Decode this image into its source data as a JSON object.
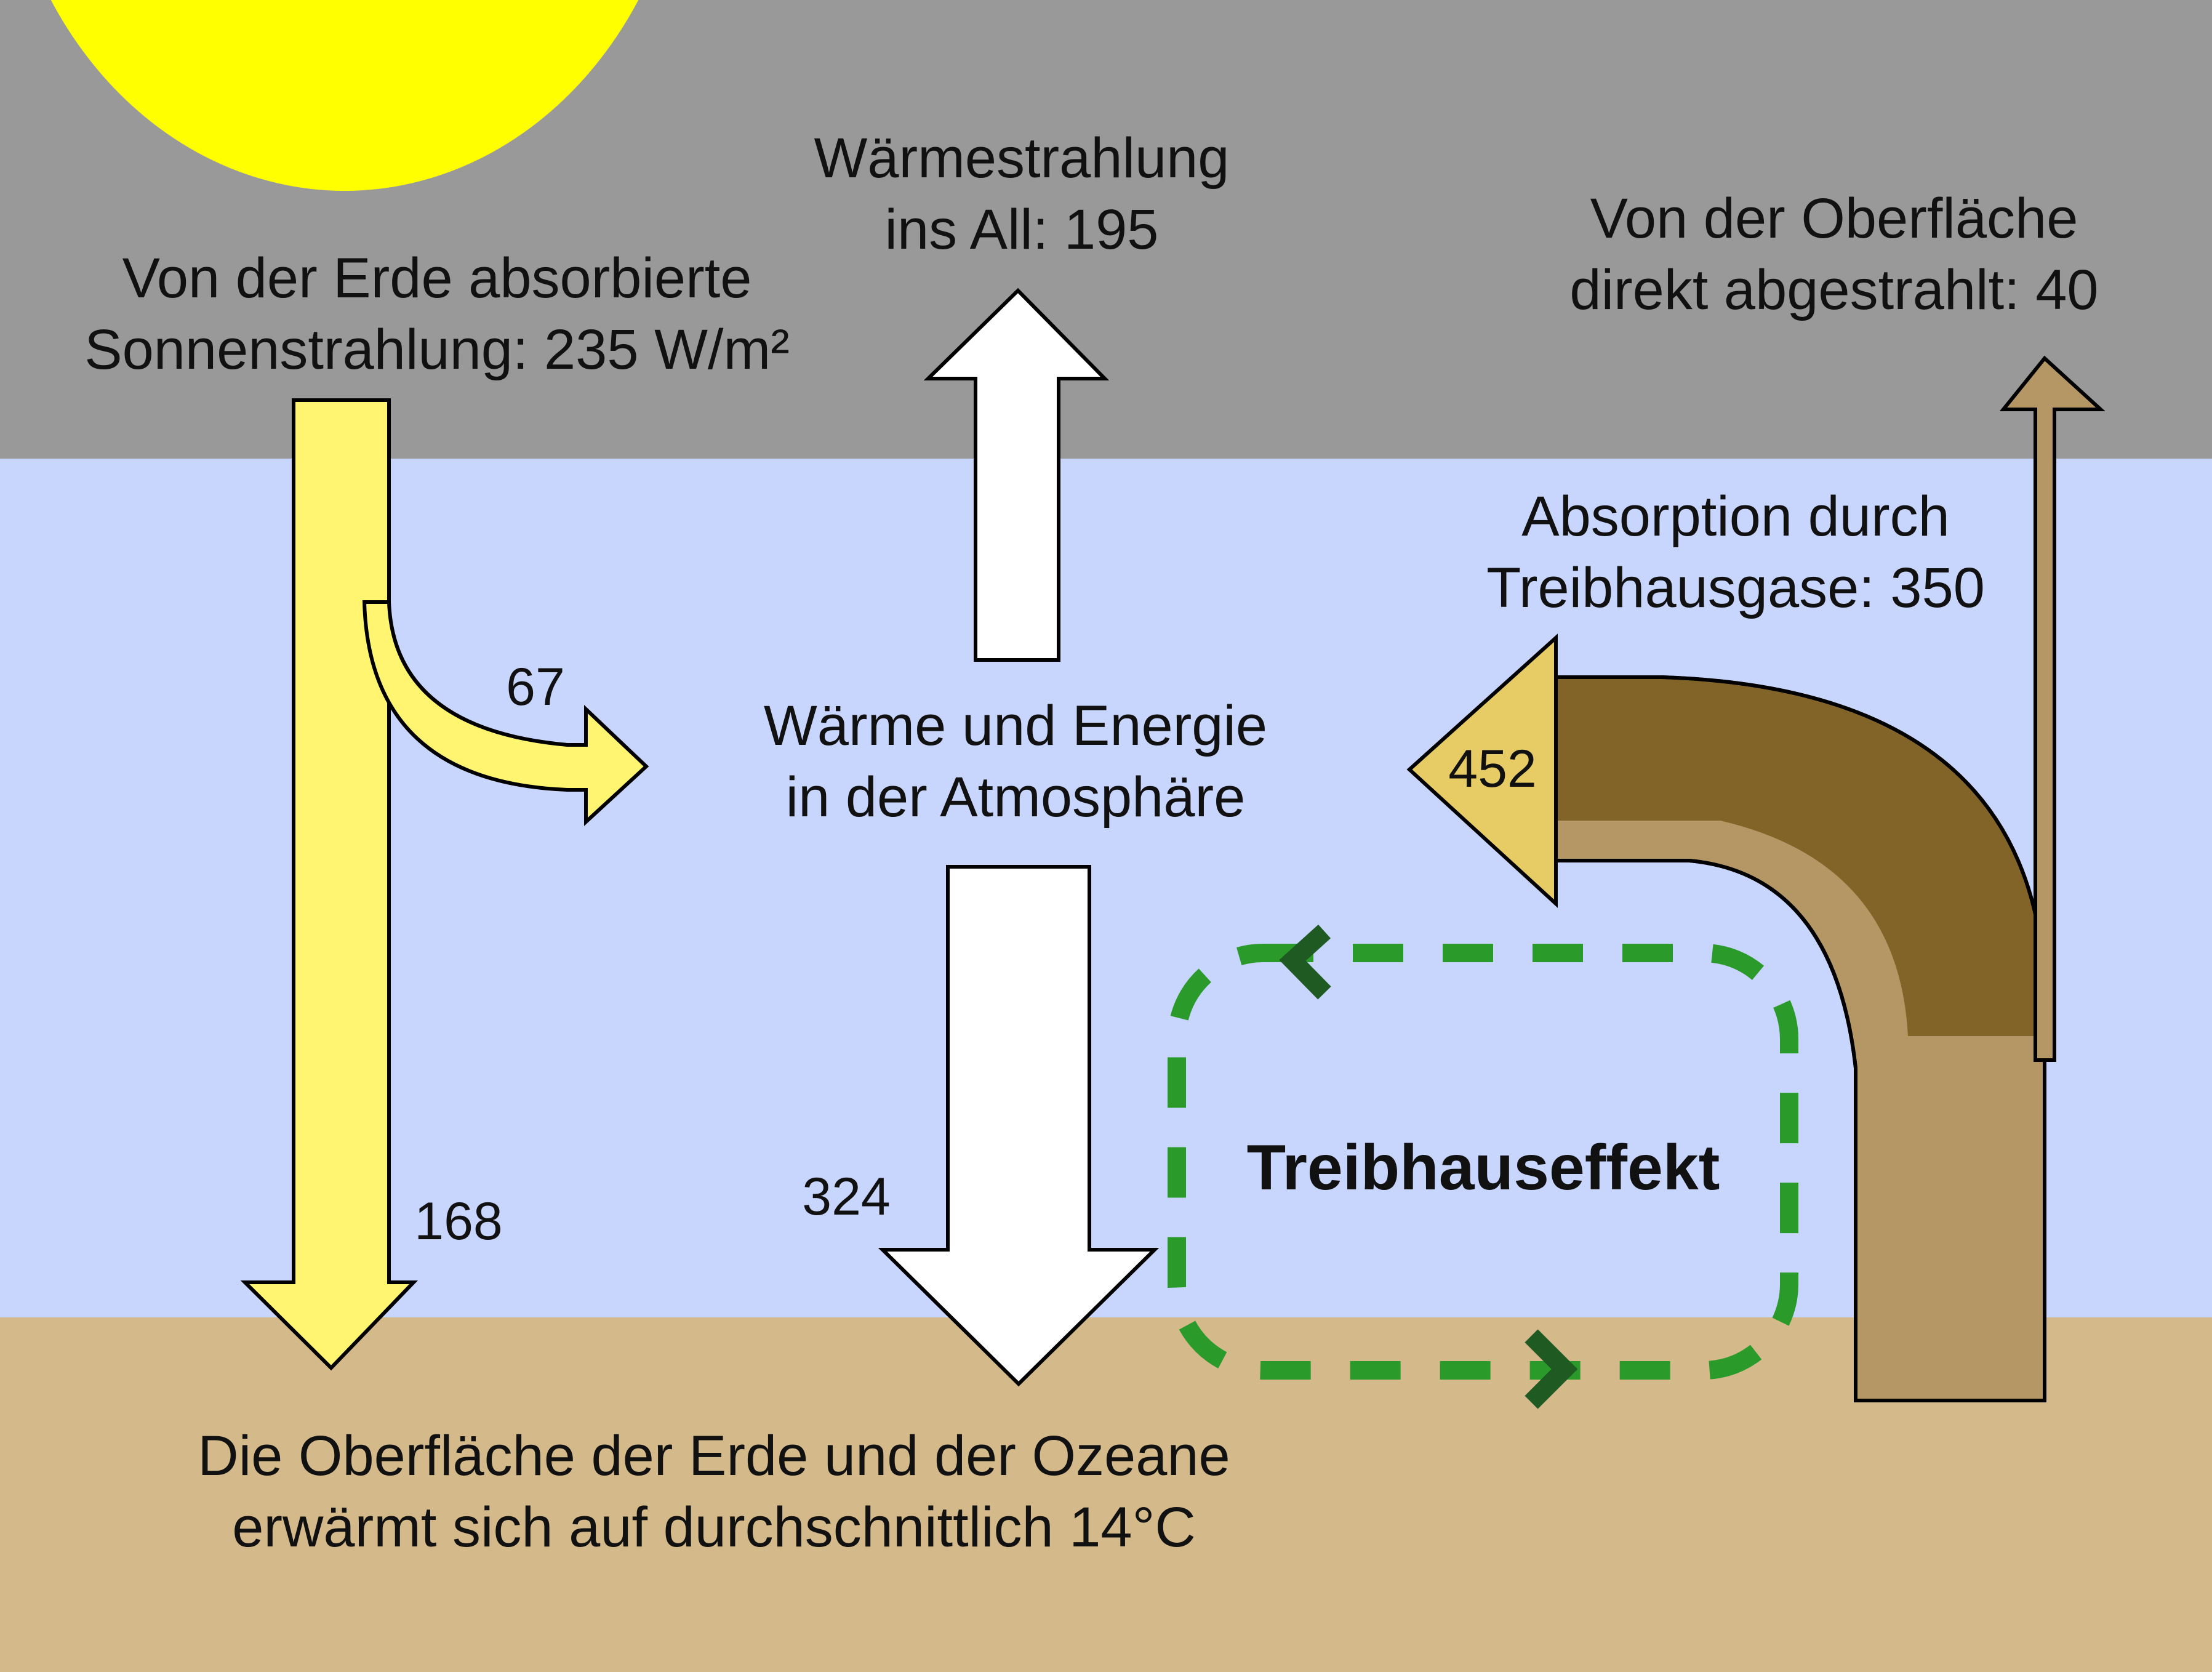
{
  "colors": {
    "space": "#999999",
    "atmosphere": "#c8d5fd",
    "surface": "#d4b98a",
    "sun": "#ffff00",
    "solar_arrow": "#fff570",
    "atm_arrow": "#ffffff",
    "ir_dark": "#836428",
    "ir_light": "#b59665",
    "absorbed_head": "#e7cc65",
    "loop_green": "#2a9a2a",
    "loop_chevron": "#1f5a22"
  },
  "labels": {
    "solar_absorbed_line1": "Von der Erde absorbierte",
    "solar_absorbed_line2": "Sonnenstrahlung: 235 W/m²",
    "space_radiation_line1": "Wärmestrahlung",
    "space_radiation_line2": "ins All: 195",
    "direct_surface_line1": "Von der Oberfläche",
    "direct_surface_line2": "direkt abgestrahlt: 40",
    "ghg_absorption_line1": "Absorption durch",
    "ghg_absorption_line2": "Treibhausgase: 350",
    "atmosphere_line1": "Wärme und Energie",
    "atmosphere_line2": "in der Atmosphäre",
    "surface_line1": "Die Oberfläche der Erde und der Ozeane",
    "surface_line2": "erwärmt sich auf durchschnittlich 14°C",
    "value_67": "67",
    "value_168": "168",
    "value_324": "324",
    "value_452": "452",
    "greenhouse_effect": "Treibhauseffekt"
  }
}
